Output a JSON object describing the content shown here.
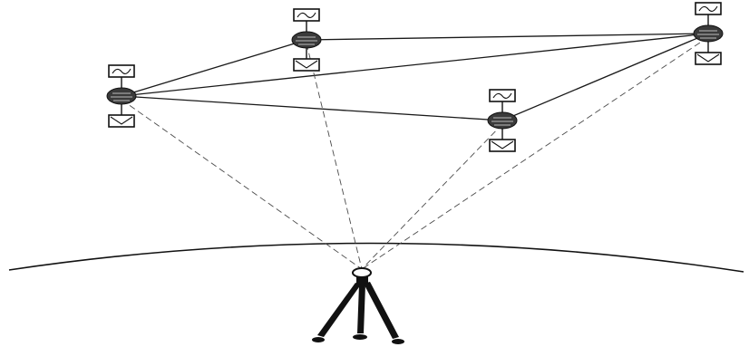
{
  "diagram": {
    "satellites": [
      {
        "id": "satellite-left"
      },
      {
        "id": "satellite-top-center"
      },
      {
        "id": "satellite-top-right"
      },
      {
        "id": "satellite-lower-right"
      }
    ],
    "links": [
      [
        "satellite-left",
        "satellite-top-center"
      ],
      [
        "satellite-left",
        "satellite-top-right"
      ],
      [
        "satellite-left",
        "satellite-lower-right"
      ],
      [
        "satellite-top-center",
        "satellite-top-right"
      ],
      [
        "satellite-lower-right",
        "satellite-top-right"
      ]
    ],
    "receiver": {
      "type": "tripod-receiver"
    },
    "line_styles": {
      "satellite_links": "solid",
      "lines_of_sight": "dashed"
    }
  }
}
